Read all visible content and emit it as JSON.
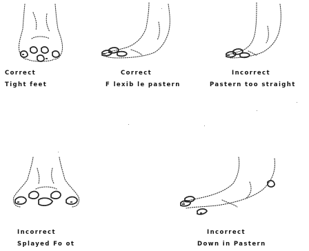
{
  "figures": [
    {
      "id": "tight-feet",
      "verdict": "Correct",
      "description": "Tight feet"
    },
    {
      "id": "flexible-pastern",
      "verdict": "Correct",
      "description": "F lexib le pastern"
    },
    {
      "id": "pastern-too-straight",
      "verdict": "Incorrect",
      "description": "Pastern too straight"
    },
    {
      "id": "splayed-foot",
      "verdict": "Incorrect",
      "description": "Splayed Fo ot"
    },
    {
      "id": "down-in-pastern",
      "verdict": "Incorrect",
      "description": "Down in Pastern"
    }
  ],
  "colors": {
    "line": "#333333",
    "text": "#111111",
    "background": "#ffffff"
  }
}
